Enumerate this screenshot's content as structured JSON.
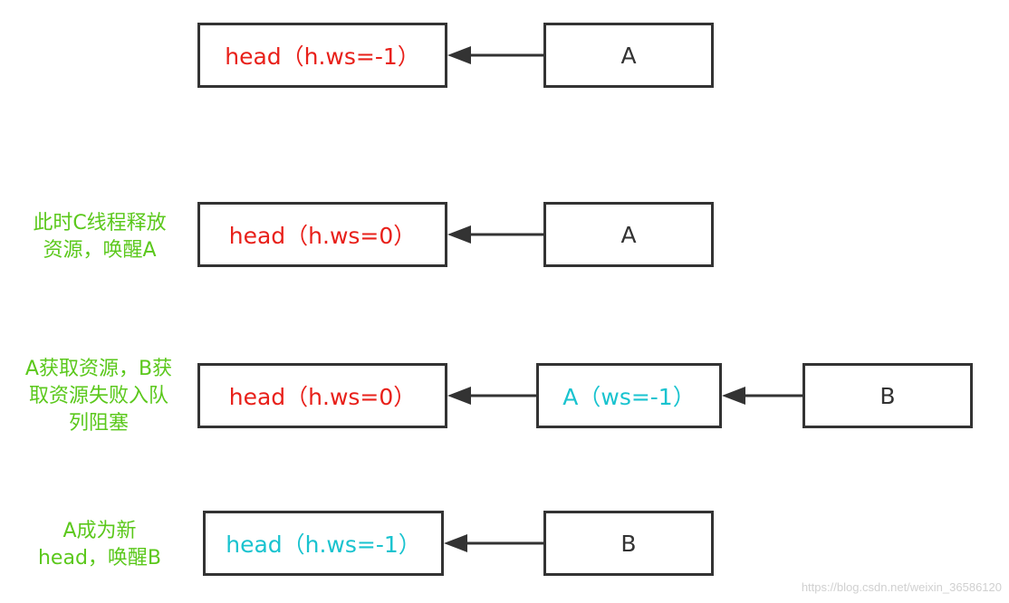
{
  "colors": {
    "red": "#e8201a",
    "cyan": "#19c3cf",
    "green": "#5bc81c",
    "black": "#333333"
  },
  "rows": [
    {
      "caption": [],
      "nodes": [
        {
          "label": "head（h.ws=-1）",
          "color": "red"
        },
        {
          "label": "A",
          "color": "black"
        }
      ]
    },
    {
      "caption": [
        "此时C线程释放",
        "资源，唤醒A"
      ],
      "nodes": [
        {
          "label": "head（h.ws=0）",
          "color": "red"
        },
        {
          "label": "A",
          "color": "black"
        }
      ]
    },
    {
      "caption": [
        "A获取资源，B获",
        "取资源失败入队",
        "列阻塞"
      ],
      "nodes": [
        {
          "label": "head（h.ws=0）",
          "color": "red"
        },
        {
          "label": "A（ws=-1）",
          "color": "cyan"
        },
        {
          "label": "B",
          "color": "black"
        }
      ]
    },
    {
      "caption": [
        "A成为新",
        "head，唤醒B"
      ],
      "nodes": [
        {
          "label": "head（h.ws=-1）",
          "color": "cyan"
        },
        {
          "label": "B",
          "color": "black"
        }
      ]
    }
  ],
  "watermark": "https://blog.csdn.net/weixin_36586120"
}
